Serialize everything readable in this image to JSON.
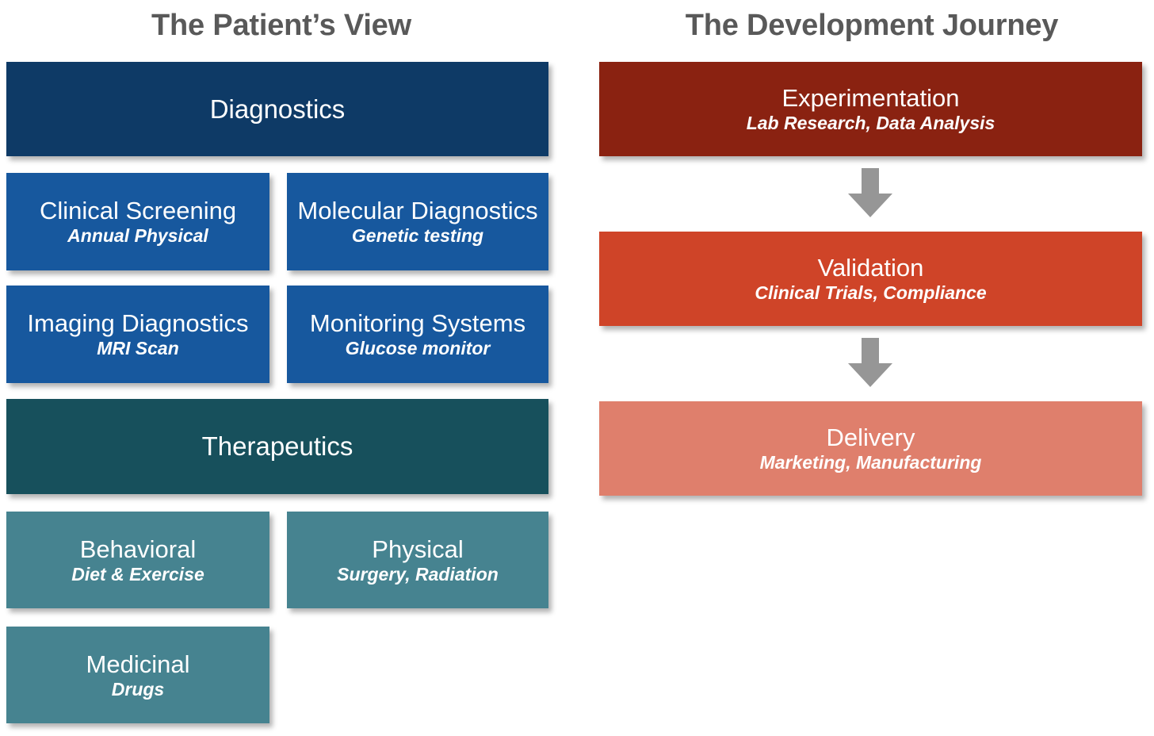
{
  "columns": {
    "left": {
      "title": "The Patient’s View",
      "groups": [
        {
          "header": {
            "label": "Diagnostics",
            "color": "#0E3A66"
          },
          "items": [
            {
              "label": "Clinical Screening",
              "sub": "Annual Physical",
              "color": "#17589E"
            },
            {
              "label": "Molecular Diagnostics",
              "sub": "Genetic testing",
              "color": "#17589E"
            },
            {
              "label": "Imaging Diagnostics",
              "sub": "MRI Scan",
              "color": "#17589E"
            },
            {
              "label": "Monitoring Systems",
              "sub": "Glucose monitor",
              "color": "#17589E"
            }
          ]
        },
        {
          "header": {
            "label": "Therapeutics",
            "color": "#17505C"
          },
          "items": [
            {
              "label": "Behavioral",
              "sub": "Diet & Exercise",
              "color": "#468390"
            },
            {
              "label": "Physical",
              "sub": "Surgery, Radiation",
              "color": "#468390"
            },
            {
              "label": "Medicinal",
              "sub": "Drugs",
              "color": "#468390"
            }
          ]
        }
      ]
    },
    "right": {
      "title": "The Development Journey",
      "stages": [
        {
          "label": "Experimentation",
          "sub": "Lab Research, Data Analysis",
          "color": "#8A2211"
        },
        {
          "label": "Validation",
          "sub": "Clinical Trials, Compliance",
          "color": "#CF4428"
        },
        {
          "label": "Delivery",
          "sub": "Marketing, Manufacturing",
          "color": "#DF7F6C"
        }
      ],
      "connectors": [
        {
          "icon": "arrow-down-icon",
          "color": "#969696"
        },
        {
          "icon": "arrow-down-icon",
          "color": "#969696"
        }
      ]
    }
  },
  "theme": {
    "background": "#FFFFFF",
    "title_color": "#595959",
    "box_text_color": "#FFFFFF",
    "arrow_color": "#969696"
  }
}
